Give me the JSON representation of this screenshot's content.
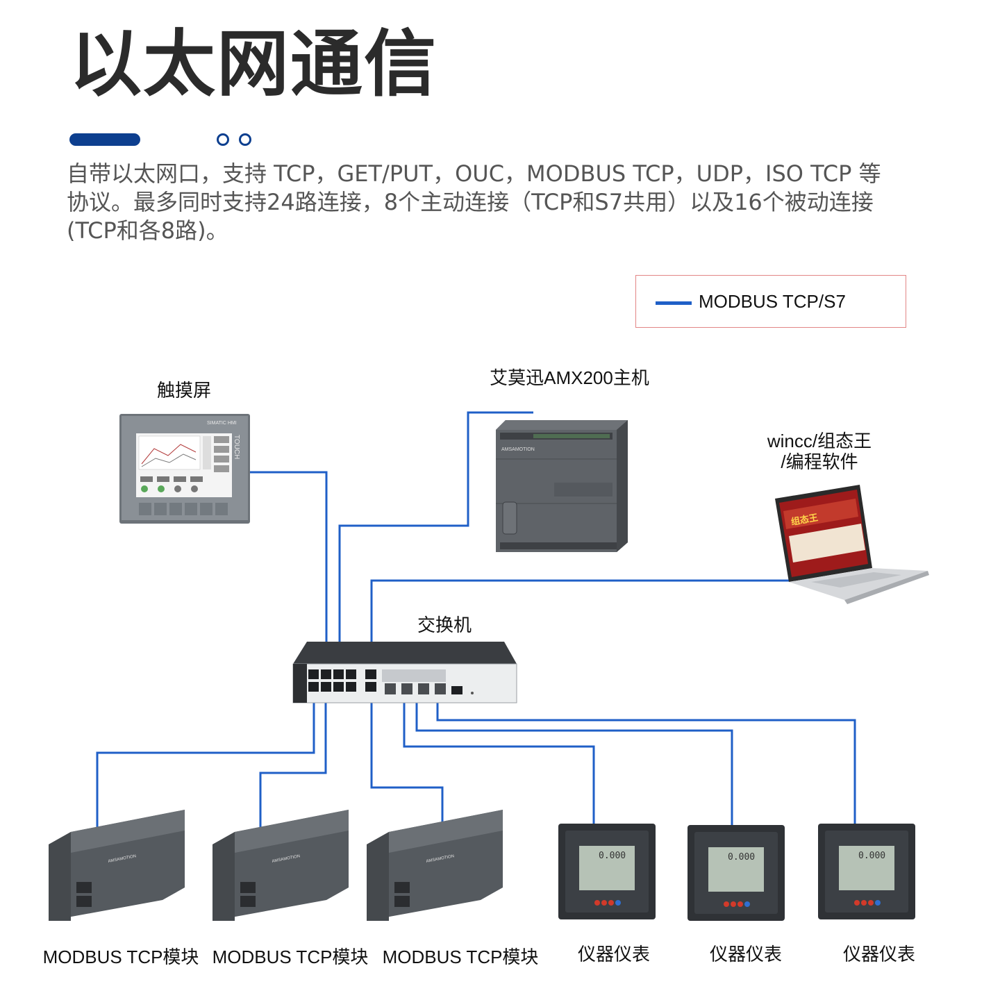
{
  "title": "以太网通信",
  "description": "自带以太网口，支持 TCP，GET/PUT，OUC，MODBUS TCP，UDP，ISO TCP 等协议。最多同时支持24路连接，8个主动连接（TCP和S7共用）以及16个被动连接(TCP和各8路)。",
  "legend": {
    "label": "MODBUS TCP/S7",
    "color": "#1f5fc7"
  },
  "nodes": {
    "touchscreen": "触摸屏",
    "host": "艾莫迅AMX200主机",
    "software_line1": "wincc/组态王",
    "software_line2": "/编程软件",
    "switch": "交换机",
    "module1": "MODBUS TCP模块",
    "module2": "MODBUS TCP模块",
    "module3": "MODBUS TCP模块",
    "meter1": "仪器仪表",
    "meter2": "仪器仪表",
    "meter3": "仪器仪表"
  },
  "device_text": {
    "hmi_brand": "SIMATIC HMI",
    "hmi_touch": "TOUCH",
    "plc_brand": "AMSAMOTION",
    "software_brand": "组态王",
    "meter_digits": "0.000"
  },
  "colors": {
    "accent": "#0d3f8f",
    "wire": "#1f5fc7",
    "legend_border": "#e28585"
  }
}
